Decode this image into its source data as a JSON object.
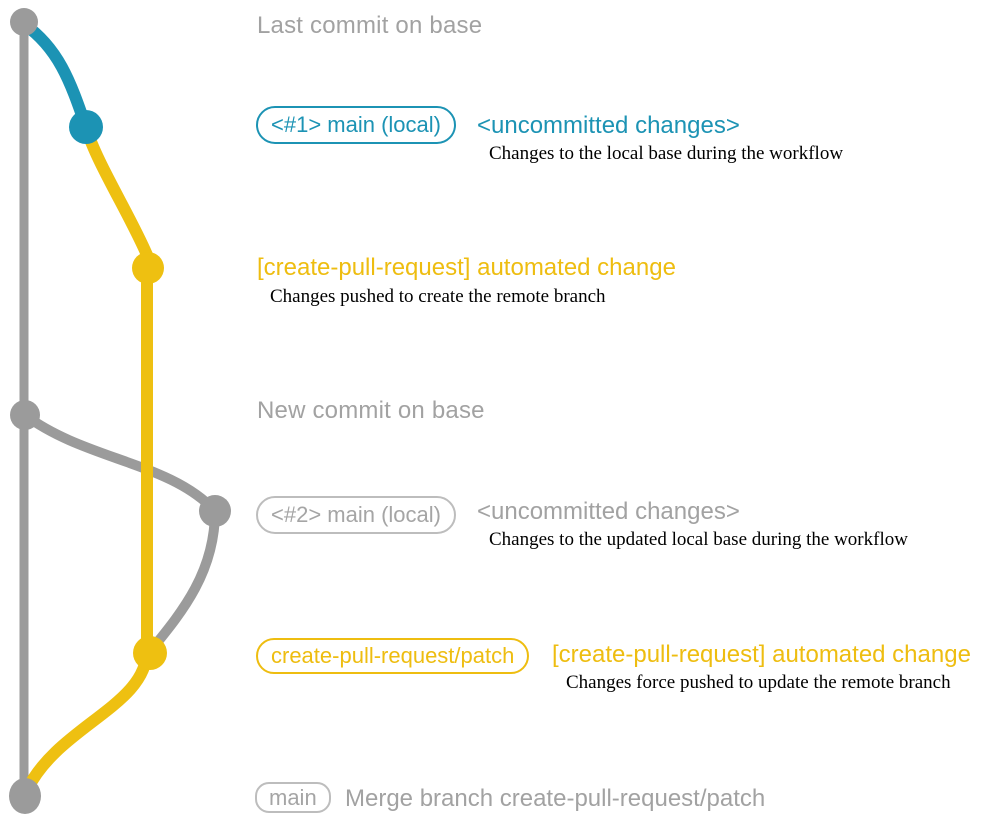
{
  "colors": {
    "gray": "#9b9b9b",
    "text_gray": "#a2a2a2",
    "blue": "#1c93b4",
    "yellow": "#eec011",
    "desc_black": "#000000",
    "badge_gray_border": "#bdbdbd"
  },
  "graph": {
    "branches": [
      {
        "name": "base",
        "color": "gray"
      },
      {
        "name": "main-local-1",
        "color": "blue"
      },
      {
        "name": "create-pull-request-patch",
        "color": "yellow"
      },
      {
        "name": "main-local-2",
        "color": "gray"
      }
    ],
    "commits": [
      {
        "id": "last-commit-on-base",
        "color": "gray"
      },
      {
        "id": "main-local-1-head",
        "color": "blue"
      },
      {
        "id": "automated-change-1",
        "color": "yellow"
      },
      {
        "id": "new-commit-on-base",
        "color": "gray"
      },
      {
        "id": "main-local-2-head",
        "color": "gray"
      },
      {
        "id": "automated-change-2",
        "color": "yellow"
      },
      {
        "id": "merge-commit",
        "color": "gray"
      }
    ]
  },
  "annotations": {
    "last_commit": {
      "text": "Last commit on base"
    },
    "row1": {
      "badge": "<#1> main (local)",
      "title": "<uncommitted changes>",
      "desc": "Changes to the local base during the workflow"
    },
    "row2": {
      "title": "[create-pull-request] automated change",
      "desc": "Changes pushed to create the remote branch"
    },
    "new_commit": {
      "text": "New commit on base"
    },
    "row3": {
      "badge": "<#2> main (local)",
      "title": "<uncommitted changes>",
      "desc": "Changes to the updated local base during the workflow"
    },
    "row4": {
      "badge": "create-pull-request/patch",
      "title": "[create-pull-request] automated change",
      "desc": "Changes force pushed to update the remote branch"
    },
    "row5": {
      "badge": "main",
      "title": "Merge branch create-pull-request/patch"
    }
  }
}
